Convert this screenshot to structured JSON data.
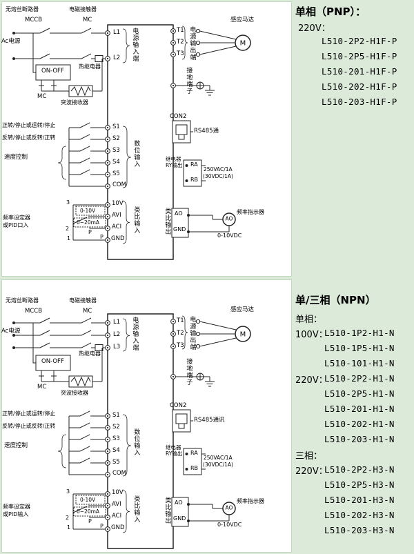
{
  "sidebar": {
    "pnp_title": "单相（PNP）：",
    "pnp_voltage": "220V：",
    "pnp_models": [
      "L510-2P2-H1F-P",
      "L510-2P5-H1F-P",
      "L510-201-H1F-P",
      "L510-202-H1F-P",
      "L510-203-H1F-P"
    ],
    "npn_title": "单/三相（NPN）",
    "single_phase_label": "单相：",
    "three_phase_label": "三相：",
    "v100_label": "100V：",
    "v220_label": "220V：",
    "npn_100v_models": [
      "L510-1P2-H1-N",
      "L510-1P5-H1-N",
      "L510-101-H1-N"
    ],
    "npn_220v_models": [
      "L510-2P2-H1-N",
      "L510-2P5-H1-N",
      "L510-201-H1-N",
      "L510-202-H1-N",
      "L510-203-H1-N"
    ],
    "npn_3ph_220v_models": [
      "L510-2P2-H3-N",
      "L510-2P5-H3-N",
      "L510-201-H3-N",
      "L510-202-H3-N",
      "L510-203-H3-N"
    ]
  },
  "d1": {
    "breaker_label": "无熔丝断路器",
    "mccb": "MCCB",
    "contactor_label": "电磁接触器",
    "mc_top": "MC",
    "ac_power": "Ac电源",
    "thermal_relay": "热继电器",
    "on_off": "ON-OFF",
    "mc_coil": "MC",
    "surge": "突波接收器",
    "l1": "L1",
    "l2": "L2",
    "power_input": "电源输入端",
    "t1": "T1",
    "t2": "T2",
    "t3": "T3",
    "power_output": "电源输出端",
    "motor_label": "感应马达",
    "motor": "M",
    "earth": "接地端子",
    "fwd_label": "正转/停止或运转/停止",
    "rev_label": "反转/停止或反转/正转",
    "speed_label": "速度控制",
    "s1": "S1",
    "s2": "S2",
    "s3": "S3",
    "s4": "S4",
    "s5": "S5",
    "com": "COM",
    "digital_input": "数位输入",
    "con2": "CON2",
    "rs485": "RS485通",
    "relay_label": "继电器RY输出",
    "ra": "RA",
    "rb": "RB",
    "rating1": "250VAC/1A",
    "rating2": "(30VDC/1A)",
    "v10": "10V",
    "avi": "AVI",
    "aci": "ACI",
    "gnd_in": "GND",
    "analog_input": "类比输入",
    "range_v": "0-10V",
    "range_ma": "0~20mA",
    "pot3": "3",
    "pot2": "2",
    "pot1": "1",
    "p1": "P",
    "p2": "P",
    "freq_setter1": "频率设定器",
    "freq_setter2": "或PID口入",
    "ao": "AO",
    "gnd_out": "GND",
    "analog_output": "类比输出",
    "meter_label": "频率指示器",
    "meter": "AO",
    "meter_range": "0-10VDC"
  },
  "d2": {
    "breaker_label": "无熔丝断路器",
    "mccb": "MCCB",
    "contactor_label": "电磁接触器",
    "mc_top": "MC",
    "ac_power": "Ac电源",
    "thermal_relay": "热继电器",
    "on_off": "ON-OFF",
    "mc_coil": "MC",
    "surge": "突波接收器",
    "l1": "L1",
    "l2": "L2",
    "l3": "L3",
    "power_input": "电源输入端",
    "t1": "T1",
    "t2": "T2",
    "t3": "T3",
    "power_output": "电源输出端",
    "motor_label": "感应马达",
    "motor": "M",
    "earth": "接地端子",
    "fwd_label": "正转/停止或运转/停止",
    "rev_label": "反转/停止或反转/正转",
    "speed_label": "速度控制",
    "s1": "S1",
    "s2": "S2",
    "s3": "S3",
    "s4": "S4",
    "s5": "S5",
    "com": "COM",
    "digital_input": "数位输入",
    "con2": "CON2",
    "rs485": "RS485通讯",
    "relay_label": "继电器RY输出",
    "ra": "RA",
    "rb": "RB",
    "rating1": "250VAC/1A",
    "rating2": "(30VDC/1A)",
    "v10": "10V",
    "avi": "AVI",
    "aci": "ACI",
    "gnd_in": "GND",
    "analog_input": "类比输入",
    "range_v": "0-10V",
    "range_ma": "0~20mA",
    "pot3": "3",
    "pot2": "2",
    "pot1": "1",
    "p1": "P",
    "p2": "P",
    "freq_setter1": "频率设定器",
    "freq_setter2": "或PID输入",
    "ao": "AO",
    "gnd_out": "GND",
    "analog_output": "类比输出",
    "meter_label": "频率指示器",
    "meter": "AO",
    "meter_range": "0-10VDC"
  }
}
